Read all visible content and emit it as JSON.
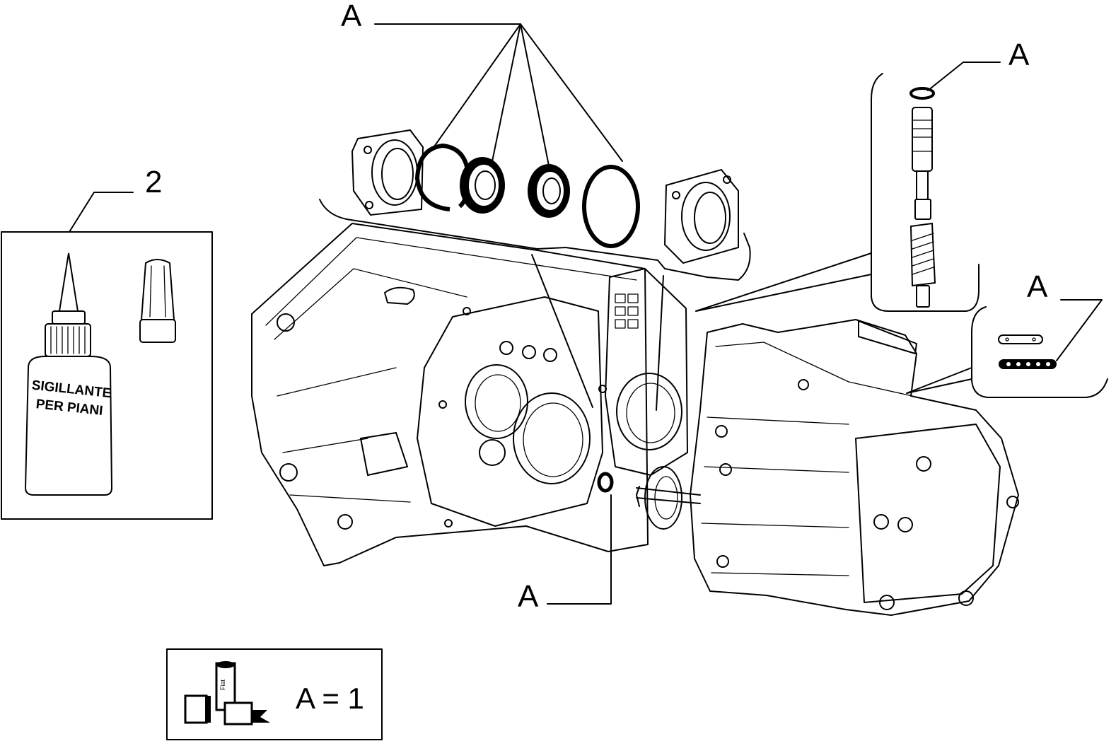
{
  "callouts": {
    "top_seals": "A",
    "speedo_oring": "A",
    "plates": "A",
    "lower_oring": "A",
    "sealant": "2"
  },
  "sealant": {
    "bottle_text_line1": "SIGILLANTE",
    "bottle_text_line2": "PER PIANI"
  },
  "legend": {
    "equation": "A = 1",
    "kit_brand": "Fiat"
  }
}
